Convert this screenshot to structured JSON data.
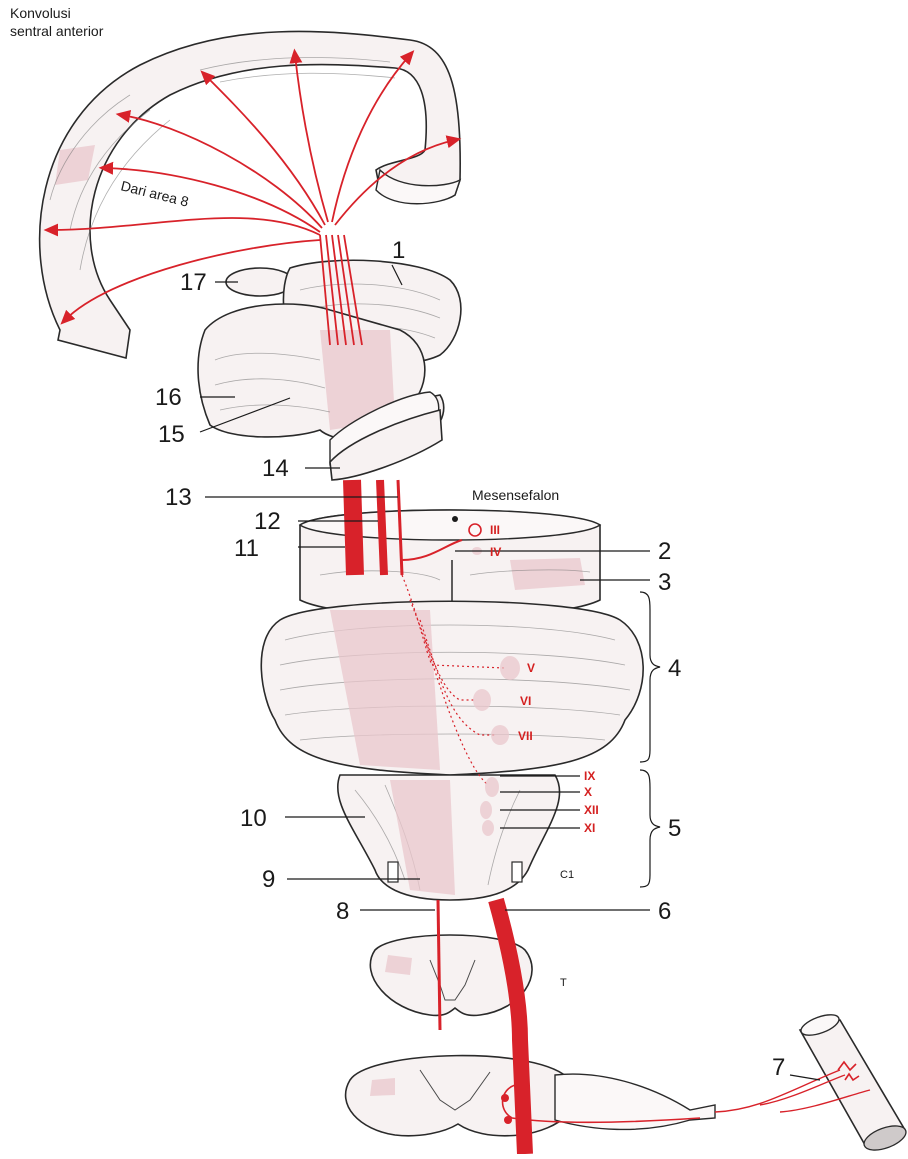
{
  "labels": {
    "cortex_title_line1": "Konvolusi",
    "cortex_title_line2": "sentral anterior",
    "area8": "Dari area 8",
    "mesencephalon": "Mesensefalon",
    "c1": "C1",
    "t": "T"
  },
  "numbers": [
    "1",
    "2",
    "3",
    "4",
    "5",
    "6",
    "7",
    "8",
    "9",
    "10",
    "11",
    "12",
    "13",
    "14",
    "15",
    "16",
    "17"
  ],
  "nerve_nuclei": [
    "III",
    "IV",
    "V",
    "VI",
    "VII",
    "IX",
    "X",
    "XII",
    "XI"
  ],
  "colors": {
    "tract_red": "#d8222a",
    "tissue_fill": "#f7f2f2",
    "outline": "#2a2a2a",
    "shade_pink": "#e9c7cc"
  }
}
